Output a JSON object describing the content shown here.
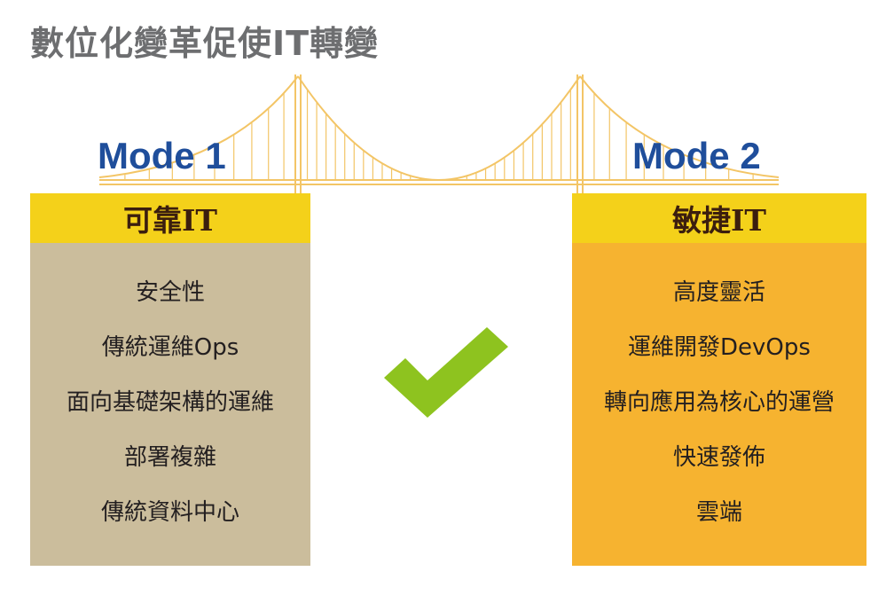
{
  "title": "數位化變革促使IT轉變",
  "mode1": {
    "label": "Mode 1",
    "header": "可靠IT",
    "items": [
      "安全性",
      "傳統運維Ops",
      "面向基礎架構的運維",
      "部署複雜",
      "傳統資料中心"
    ]
  },
  "mode2": {
    "label": "Mode 2",
    "header": "敏捷IT",
    "items": [
      "高度靈活",
      "運維開發DevOps",
      "轉向應用為核心的運營",
      "快速發佈",
      "雲端"
    ]
  },
  "icons": {
    "bridge": "suspension-bridge-icon",
    "check": "checkmark-icon"
  },
  "colors": {
    "header_yellow": "#f4d11a",
    "left_panel": "#cbbd9c",
    "right_panel": "#f6b330",
    "mode_blue": "#1f4e9b",
    "title_gray": "#6d6e70",
    "check_green": "#8ec31f",
    "bridge_gold": "#f3c566"
  }
}
